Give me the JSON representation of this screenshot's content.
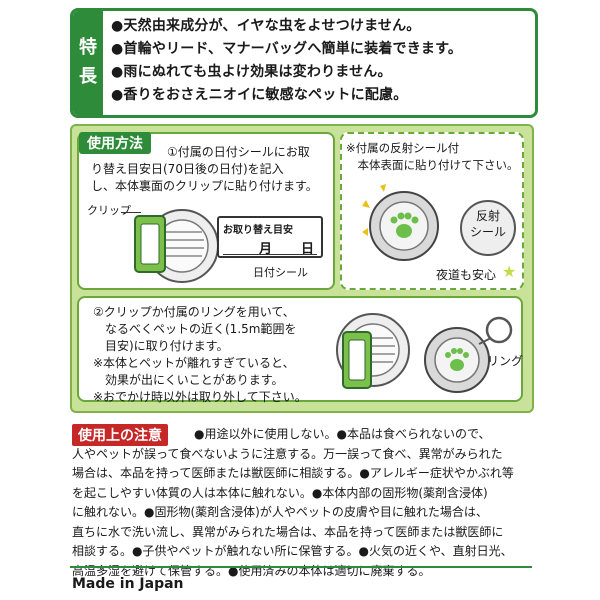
{
  "features": {
    "tag": [
      "特",
      "長"
    ],
    "items": [
      "●天然由来成分が、イヤな虫をよせつけません。",
      "●首輪やリード、マナーバッグへ簡単に装着できます。",
      "●雨にぬれても虫よけ効果は変わりません。",
      "●香りをおさえニオイに敏感なペットに配慮。"
    ]
  },
  "usage": {
    "title": "使用方法",
    "step1": "①付属の日付シールにお取\nり替え目安日(70日後の日付)を記入\nし、本体裏面のクリップに貼り付けます。",
    "clip_label": "クリップ",
    "date_sticker": {
      "header": "お取り替え目安",
      "month": "月",
      "day": "日",
      "caption": "日付シール"
    },
    "reflect_note": "※付属の反射シール付\n　本体表面に貼り付けて下さい。",
    "reflect_label": "反射\nシール",
    "night_label": "夜道も安心",
    "step2": "②クリップか付属のリングを用いて、\n　なるべくペットの近く(1.5m範囲を\n　目安)に取り付けます。\n※本体とペットが離れすぎていると、\n　効果が出にくいことがあります。\n※おでかけ時以外は取り外して下さい。",
    "ring_label": "リング"
  },
  "caution": {
    "tag": "使用上の注意",
    "lines": [
      "●用途以外に使用しない。●本品は食べられないので、",
      "人やペットが誤って食べないように注意する。万一誤って食べ、異常がみられた",
      "場合は、本品を持って医師または獣医師に相談する。●アレルギー症状やかぶれ等",
      "を起こしやすい体質の人は本体に触れない。●本体内部の固形物(薬剤含浸体)",
      "に触れない。●固形物(薬剤含浸体)が人やペットの皮膚や目に触れた場合は、",
      "直ちに水で洗い流し、異常がみられた場合は、本品を持って医師または獣医師に",
      "相談する。●子供やペットが触れない所に保管する。●火気の近くや、直射日光、",
      "高温多湿を避けて保管する。●使用済みの本体は適切に廃棄する。"
    ]
  },
  "footer": {
    "made_in": "Made in Japan"
  },
  "colors": {
    "green": "#2e8b3a",
    "light_green": "#c8e29a",
    "red": "#c62828"
  }
}
